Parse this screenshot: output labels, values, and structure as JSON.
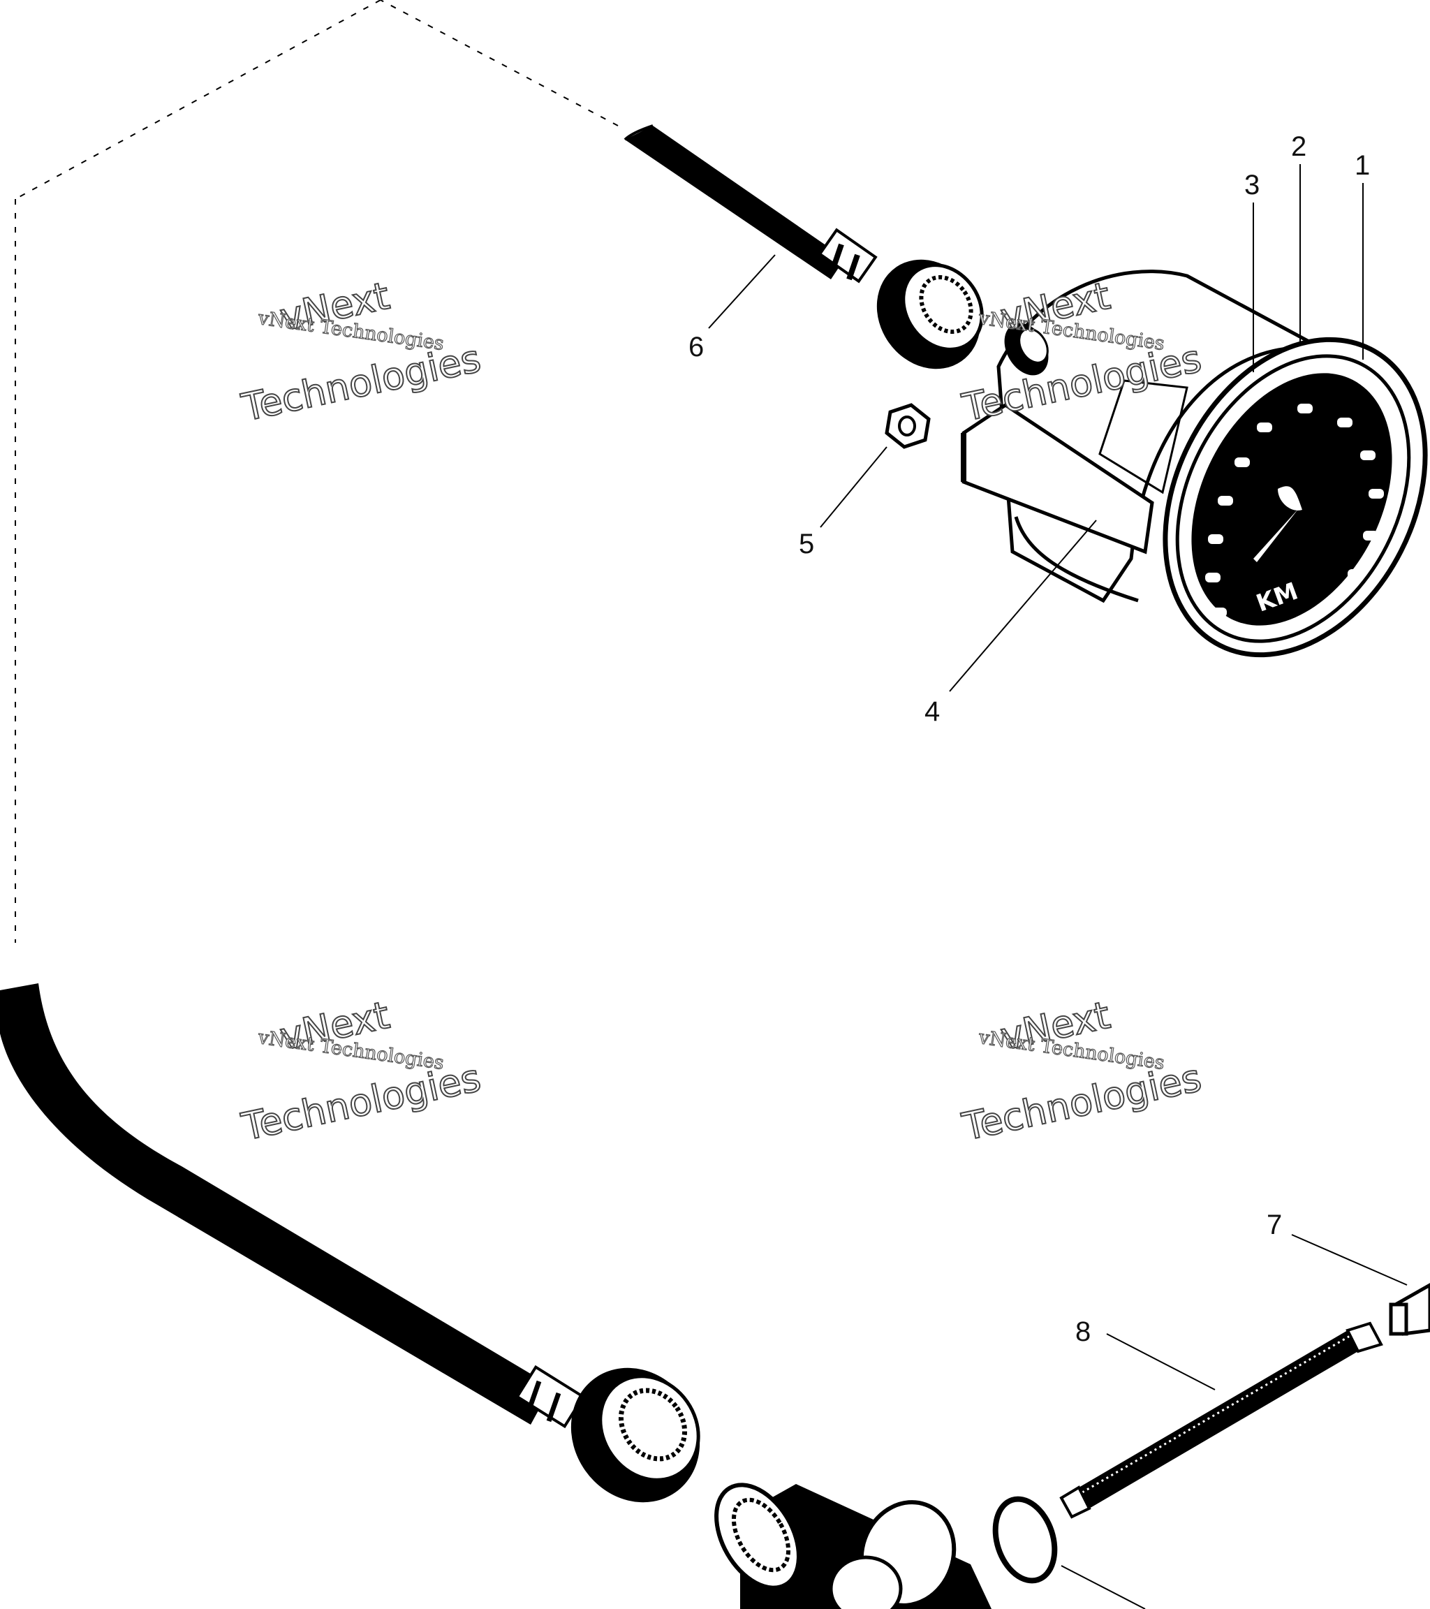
{
  "callouts": {
    "c1": "1",
    "c2": "2",
    "c3": "3",
    "c4": "4",
    "c5": "5",
    "c6": "6",
    "c7": "7",
    "c8": "8"
  },
  "watermark": {
    "line_small": "vNext Technologies",
    "line_big_1": "vNext",
    "line_big_2": "Technologies"
  },
  "colors": {
    "ink": "#000000",
    "paper": "#ffffff"
  }
}
